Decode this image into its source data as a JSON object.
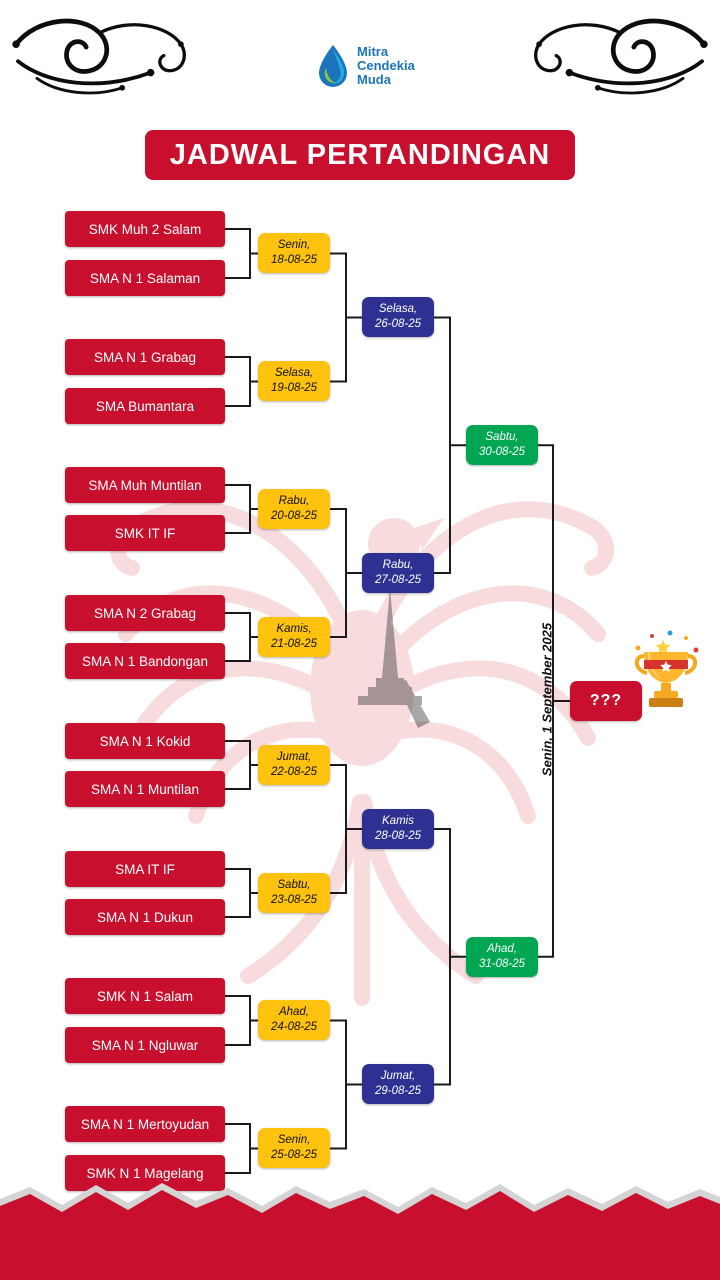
{
  "header": {
    "logo_lines": [
      "Mitra",
      "Cendekia",
      "Muda"
    ],
    "title": "JADWAL PERTANDINGAN"
  },
  "teams": [
    "SMK Muh 2 Salam",
    "SMA N 1 Salaman",
    "SMA N 1 Grabag",
    "SMA Bumantara",
    "SMA Muh Muntilan",
    "SMK IT IF",
    "SMA N 2 Grabag",
    "SMA N 1 Bandongan",
    "SMA N 1 Kokid",
    "SMA N 1 Muntilan",
    "SMA IT IF",
    "SMA N 1 Dukun",
    "SMK N 1 Salam",
    "SMA N 1 Ngluwar",
    "SMA N 1 Mertoyudan",
    "SMK N 1 Magelang"
  ],
  "round1": [
    {
      "day": "Senin,",
      "date": "18-08-25"
    },
    {
      "day": "Selasa,",
      "date": "19-08-25"
    },
    {
      "day": "Rabu,",
      "date": "20-08-25"
    },
    {
      "day": "Kamis,",
      "date": "21-08-25"
    },
    {
      "day": "Jumat,",
      "date": "22-08-25"
    },
    {
      "day": "Sabtu,",
      "date": "23-08-25"
    },
    {
      "day": "Ahad,",
      "date": "24-08-25"
    },
    {
      "day": "Senin,",
      "date": "25-08-25"
    }
  ],
  "round2": [
    {
      "day": "Selasa,",
      "date": "26-08-25"
    },
    {
      "day": "Rabu,",
      "date": "27-08-25"
    },
    {
      "day": "Kamis",
      "date": "28-08-25"
    },
    {
      "day": "Jumat,",
      "date": "29-08-25"
    }
  ],
  "semifinal": [
    {
      "day": "Sabtu,",
      "date": "30-08-25"
    },
    {
      "day": "Ahad,",
      "date": "31-08-25"
    }
  ],
  "final": {
    "schedule_label": "Senin, 1 September 2025",
    "winner_placeholder": "???"
  },
  "icons": {
    "trophy": "champion-trophy",
    "logo_mark": "water-drop",
    "corner_decor": "calligraphy-swirl",
    "background": "garuda-batik-watermark",
    "bottom_edge": "torn-paper"
  },
  "colors": {
    "red": "#C8102E",
    "yellow": "#FFC20E",
    "blue": "#2E3192",
    "green": "#00A651",
    "logo_blue": "#1C75BC"
  }
}
